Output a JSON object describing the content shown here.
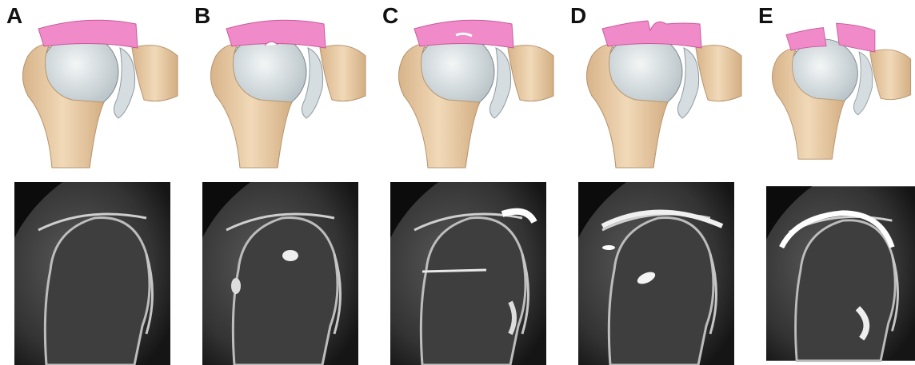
{
  "panels": [
    {
      "label": "A",
      "tear": "none"
    },
    {
      "label": "B",
      "tear": "partial-articular"
    },
    {
      "label": "C",
      "tear": "intrasubstance"
    },
    {
      "label": "D",
      "tear": "partial-bursal"
    },
    {
      "label": "E",
      "tear": "full-thickness"
    }
  ],
  "colors": {
    "tendon": "#f08ac8",
    "tendon_dark": "#c85a9c",
    "bone": "#e6c79e",
    "bone_shadow": "#c9a57a",
    "cartilage": "#cfd8dc",
    "mri_bg": "#1a1a1a"
  }
}
